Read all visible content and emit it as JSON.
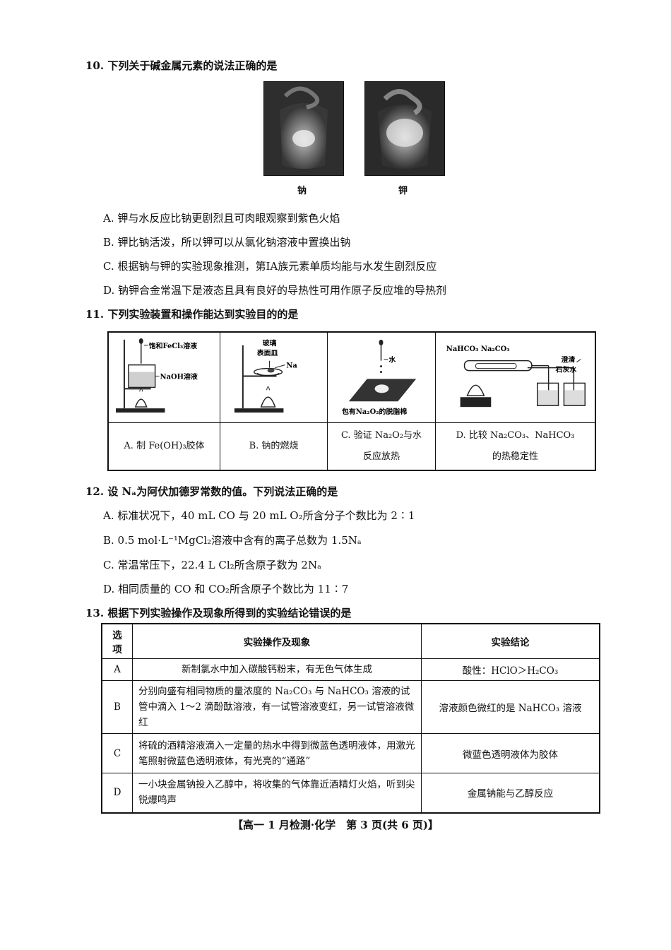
{
  "q10": {
    "stem": "10. 下列关于碱金属元素的说法正确的是",
    "captions": [
      "钠",
      "钾"
    ],
    "options": [
      "A. 钾与水反应比钠更剧烈且可肉眼观察到紫色火焰",
      "B. 钾比钠活泼，所以钾可以从氯化钠溶液中置换出钠",
      "C. 根据钠与钾的实验现象推测，第ⅠA族元素单质均能与水发生剧烈反应",
      "D. 钠钾合金常温下是液态且具有良好的导热性可用作原子反应堆的导热剂"
    ]
  },
  "q11": {
    "stem": "11. 下列实验装置和操作能达到实验目的的是",
    "figure_labels": {
      "a1": "饱和FeCl₃溶液",
      "a2": "NaOH溶液",
      "b1": "玻璃",
      "b2": "表面皿",
      "b3": "Na",
      "c1": "水",
      "c2": "包有Na₂O₂的脱脂棉",
      "d1": "NaHCO₃ Na₂CO₃",
      "d2": "澄清",
      "d3": "石灰水"
    },
    "choices": [
      "A. 制 Fe(OH)₃胶体",
      "B. 钠的燃烧",
      "C. 验证 Na₂O₂与水反应放热",
      "D. 比较 Na₂CO₃、NaHCO₃的热稳定性"
    ]
  },
  "q12": {
    "stem": "12. 设 Nₐ为阿伏加德罗常数的值。下列说法正确的是",
    "options": [
      "A. 标准状况下，40 mL CO 与 20 mL O₂所含分子个数比为 2∶1",
      "B. 0.5 mol·L⁻¹MgCl₂溶液中含有的离子总数为 1.5Nₐ",
      "C. 常温常压下，22.4 L Cl₂所含原子数为 2Nₐ",
      "D. 相同质量的 CO 和 CO₂所含原子个数比为 11∶7"
    ]
  },
  "q13": {
    "stem": "13. 根据下列实验操作及现象所得到的实验结论错误的是",
    "headers": [
      "选项",
      "实验操作及现象",
      "实验结论"
    ],
    "rows": [
      {
        "opt": "A",
        "op": "新制氯水中加入碳酸钙粉末，有无色气体生成",
        "concl": "酸性：HClO＞H₂CO₃"
      },
      {
        "opt": "B",
        "op": "分别向盛有相同物质的量浓度的 Na₂CO₃ 与 NaHCO₃ 溶液的试管中滴入 1～2 滴酚酞溶液，有一试管溶液变红，另一试管溶液微红",
        "concl": "溶液颜色微红的是 NaHCO₃ 溶液"
      },
      {
        "opt": "C",
        "op": "将硫的酒精溶液滴入一定量的热水中得到微蓝色透明液体，用激光笔照射微蓝色透明液体，有光亮的“通路”",
        "concl": "微蓝色透明液体为胶体"
      },
      {
        "opt": "D",
        "op": "一小块金属钠投入乙醇中，将收集的气体靠近酒精灯火焰，听到尖锐爆鸣声",
        "concl": "金属钠能与乙醇反应"
      }
    ]
  },
  "footer": "【高一 1 月检测·化学　第 3 页(共 6 页)】"
}
